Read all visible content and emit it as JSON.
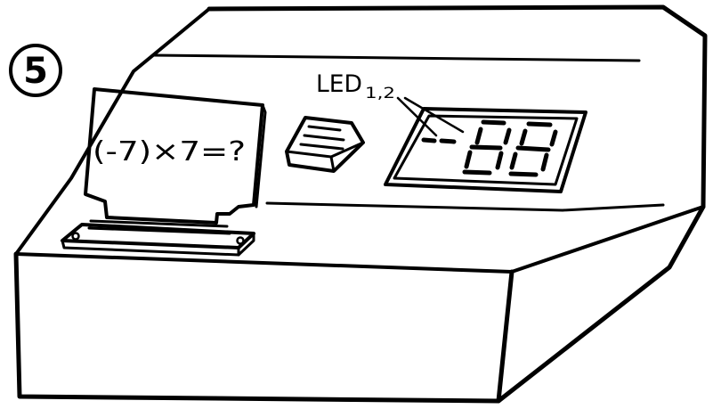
{
  "step_number": "5",
  "card": {
    "equation": "(-7)×7=?"
  },
  "display": {
    "label_main": "LED",
    "label_sub": "1,2",
    "sign_shown": true
  },
  "colors": {
    "ink": "#000000",
    "paper": "#ffffff"
  }
}
